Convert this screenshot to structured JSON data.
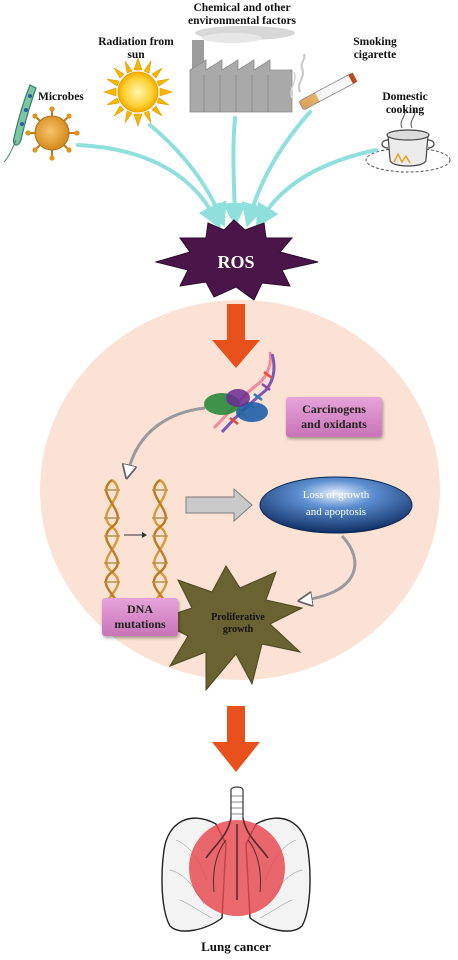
{
  "sources": {
    "microbes": "Microbes",
    "radiation": "Radiation from\nsun",
    "chemical": "Chemical and other\nenvironmental factors",
    "smoking": "Smoking\ncigarette",
    "cooking": "Domestic\ncooking"
  },
  "ros": {
    "label": "ROS"
  },
  "process": {
    "carcinogens": "Carcinogens\nand oxidants",
    "loss": "Loss of growth\nand apoptosis",
    "dna_mutations": "DNA\nmutations",
    "proliferative": "Proliferative\ngrowth"
  },
  "outcome": {
    "label": "Lung cancer"
  },
  "colors": {
    "inflow_arrow": "#8fe0dc",
    "orange_arrow": "#e8511c",
    "ros_star": "#4a1548",
    "cell": "#fbe2d4",
    "pink_box": "#d986c9",
    "oval": "#1e4c86",
    "olive_star": "#6b6232",
    "tumor": "#e8474f"
  }
}
